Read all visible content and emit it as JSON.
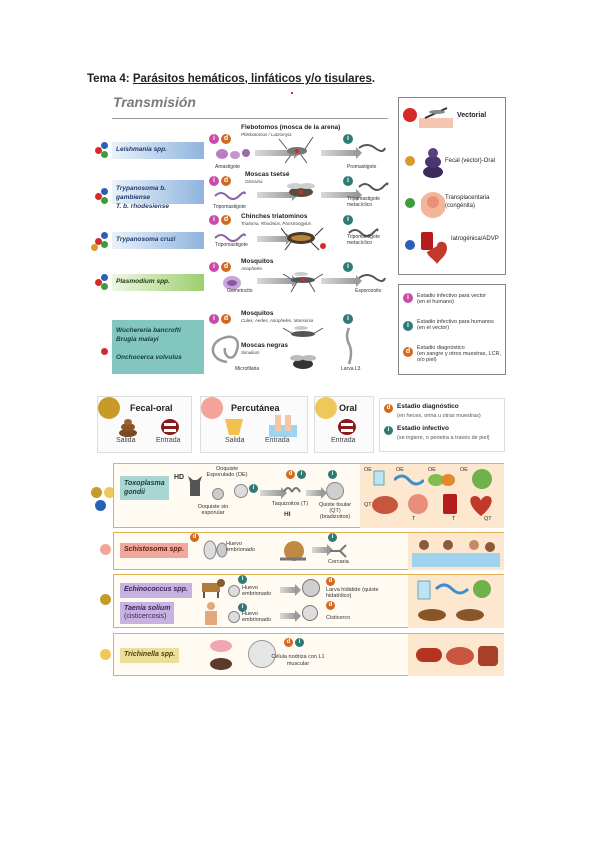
{
  "page": {
    "title_prefix": "Tema 4: ",
    "title_main": "Parásitos hemáticos, linfáticos y/o tisulares",
    "title_suffix": "."
  },
  "transmission": {
    "heading": "Transmisión",
    "rows": [
      {
        "parasite": "Leishmania spp.",
        "vector": "Flebotomos (mosca de la arena)",
        "vector_sub": "Phlebotomus / Lutzomyia",
        "stage_left": "Amastigote",
        "stage_right": "Promastigote"
      },
      {
        "parasite": "Trypanosoma b. gambiense",
        "parasite2": "T. b. rhodesiense",
        "vector": "Moscas tsetsé",
        "vector_sub": "Glossina",
        "stage_left": "Tripomastigote",
        "stage_right": "Tripomastigote metacíclico"
      },
      {
        "parasite": "Trypanosoma cruzi",
        "vector": "Chinches triatominos",
        "vector_sub": "Triatoma, Rhodnius, Panstrongylus",
        "stage_left": "Tripomastigote",
        "stage_right": "Tripomastigote metacíclico"
      },
      {
        "parasite": "Plasmodium spp.",
        "vector": "Mosquitos",
        "vector_sub": "Anopheles",
        "stage_left": "Gametocito",
        "stage_right": "Esporozoito"
      },
      {
        "parasite": "Wuchereria bancrofti",
        "parasite2": "Brugia malayi",
        "parasite3": "Onchocerca volvulus",
        "vector": "Mosquitos",
        "vector_sub": "Culex, Aedes, Anopheles, Mansonia",
        "vector2": "Moscas negras",
        "vector2_sub": "Simulium",
        "stage_left": "Microfilaria",
        "stage_right": "Larva L3"
      }
    ],
    "routes": [
      {
        "label": "Vectorial"
      },
      {
        "label": "Fecal (vector)-Oral"
      },
      {
        "label": "Transplacentaria (congénita)"
      },
      {
        "label": "Iatrogénica/ADVP"
      }
    ],
    "stage_legend": [
      {
        "badge": "i",
        "text": "Estadio infectivo para vector",
        "sub": "(en el humano)"
      },
      {
        "badge": "i",
        "text": "Estadio infectivo para humanos",
        "sub": "(en el vector)"
      },
      {
        "badge": "d",
        "text": "Estadio diagnóstico",
        "sub": "(en sangre y otros muestras, LCR, o/o piel)"
      }
    ]
  },
  "modes": {
    "fecal_oral": {
      "title": "Fecal-oral",
      "out": "Salida",
      "in": "Entrada"
    },
    "percutanea": {
      "title": "Percutánea",
      "out": "Salida",
      "in": "Entrada"
    },
    "oral": {
      "title": "Oral",
      "in": "Entrada"
    },
    "legend": {
      "diag_title": "Estadio diagnóstico",
      "diag_sub": "(en heces, orina u otras muestras)",
      "inf_title": "Estadio infectivo",
      "inf_sub": "(se ingiere, o penetra a través de piel)"
    }
  },
  "tissue": {
    "toxoplasma": {
      "name": "Toxoplasma",
      "name2": "gondii",
      "hd": "HD",
      "hi": "HI",
      "oocyst_spor": "Ooquiste Esporulado (OE)",
      "oocyst_unspor": "Ooquiste sin esporular",
      "tachy": "Taquizoitos (T)",
      "cyst": "Quiste tisular (QT) (bradizoitos)",
      "food_labels": [
        "OE",
        "OE",
        "OE",
        "OE",
        "QT",
        "T",
        "T",
        "QT"
      ]
    },
    "schistosoma": {
      "name": "Schistosoma spp.",
      "egg": "Huevo embrionado",
      "cercaria": "Cercaria"
    },
    "echinococcus": {
      "name": "Echinococcus spp.",
      "egg": "Huevo embrionado",
      "larva": "Larva hidátide (quiste hidatídico)"
    },
    "taenia": {
      "name": "Taenia solium",
      "name_sub": "(cisticercosis)",
      "egg": "Huevo embrionado",
      "larva": "Cisticerco"
    },
    "trichinella": {
      "name": "Trichinella spp.",
      "cell": "Célula nodriza con L1 muscular"
    }
  },
  "colors": {
    "blue_bar": "#8fb4de",
    "green_bar": "#9ccf6d",
    "teal_bar": "#83c6c0",
    "badge_infective": "#2f7a75",
    "badge_diagnostic": "#d26a1e",
    "badge_vector": "#c84ca6",
    "card_border": "#e3b155"
  }
}
